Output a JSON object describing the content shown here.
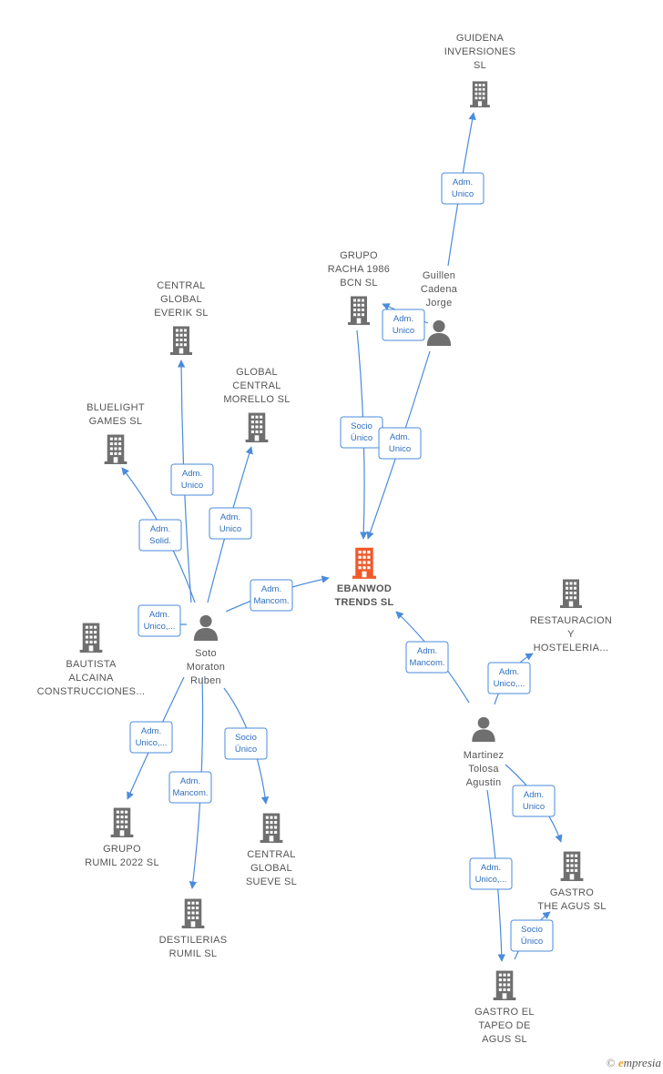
{
  "colors": {
    "edge": "#4a8bdb",
    "company": "#6f6f6f",
    "focus": "#f05a2a",
    "person": "#6f6f6f"
  },
  "nodes": [
    {
      "id": "guidena",
      "type": "company",
      "lines": [
        "GUIDENA",
        "INVERSIONES",
        "SL"
      ]
    },
    {
      "id": "racha",
      "type": "company",
      "lines": [
        "GRUPO",
        "RACHA 1986",
        "BCN  SL"
      ]
    },
    {
      "id": "guillen",
      "type": "person",
      "lines": [
        "Guillen",
        "Cadena",
        "Jorge"
      ]
    },
    {
      "id": "everik",
      "type": "company",
      "lines": [
        "CENTRAL",
        "GLOBAL",
        "EVERIK  SL"
      ]
    },
    {
      "id": "morello",
      "type": "company",
      "lines": [
        "GLOBAL",
        "CENTRAL",
        "MORELLO  SL"
      ]
    },
    {
      "id": "bluelight",
      "type": "company",
      "lines": [
        "BLUELIGHT",
        "GAMES  SL"
      ]
    },
    {
      "id": "ebanwod",
      "type": "focus",
      "lines": [
        "EBANWOD",
        "TRENDS  SL"
      ]
    },
    {
      "id": "restauracion",
      "type": "company",
      "lines": [
        "RESTAURACION",
        "Y",
        "HOSTELERIA..."
      ]
    },
    {
      "id": "bautista",
      "type": "company",
      "lines": [
        "BAUTISTA",
        "ALCAINA",
        "CONSTRUCCIONES..."
      ]
    },
    {
      "id": "soto",
      "type": "person",
      "lines": [
        "Soto",
        "Moraton",
        "Ruben"
      ]
    },
    {
      "id": "martinez",
      "type": "person",
      "lines": [
        "Martinez",
        "Tolosa",
        "Agustin"
      ]
    },
    {
      "id": "rumil2022",
      "type": "company",
      "lines": [
        "GRUPO",
        "RUMIL 2022  SL"
      ]
    },
    {
      "id": "sueve",
      "type": "company",
      "lines": [
        "CENTRAL",
        "GLOBAL",
        "SUEVE  SL"
      ]
    },
    {
      "id": "gastroagus",
      "type": "company",
      "lines": [
        "GASTRO",
        "THE AGUS  SL"
      ]
    },
    {
      "id": "destilerias",
      "type": "company",
      "lines": [
        "DESTILERIAS",
        "RUMIL  SL"
      ]
    },
    {
      "id": "tapeo",
      "type": "company",
      "lines": [
        "GASTRO EL",
        "TAPEO DE",
        "AGUS  SL"
      ]
    }
  ],
  "edges": [
    {
      "from": "guillen",
      "to": "guidena",
      "label": [
        "Adm.",
        "Unico"
      ]
    },
    {
      "from": "guillen",
      "to": "racha",
      "label": [
        "Adm.",
        "Unico"
      ]
    },
    {
      "from": "racha",
      "to": "ebanwod",
      "label": [
        "Socio",
        "Único"
      ]
    },
    {
      "from": "guillen",
      "to": "ebanwod",
      "label": [
        "Adm.",
        "Unico"
      ]
    },
    {
      "from": "soto",
      "to": "everik",
      "label": [
        "Adm.",
        "Unico"
      ]
    },
    {
      "from": "soto",
      "to": "morello",
      "label": [
        "Adm.",
        "Unico"
      ]
    },
    {
      "from": "soto",
      "to": "bluelight",
      "label": [
        "Adm.",
        "Solid."
      ]
    },
    {
      "from": "soto",
      "to": "ebanwod",
      "label": [
        "Adm.",
        "Mancom."
      ]
    },
    {
      "from": "soto",
      "to": "bautista",
      "label": [
        "Adm.",
        "Unico,..."
      ]
    },
    {
      "from": "soto",
      "to": "rumil2022",
      "label": [
        "Adm.",
        "Unico,..."
      ]
    },
    {
      "from": "soto",
      "to": "destilerias",
      "label": [
        "Adm.",
        "Mancom."
      ]
    },
    {
      "from": "soto",
      "to": "sueve",
      "label": [
        "Socio",
        "Único"
      ]
    },
    {
      "from": "martinez",
      "to": "ebanwod",
      "label": [
        "Adm.",
        "Mancom."
      ]
    },
    {
      "from": "martinez",
      "to": "restauracion",
      "label": [
        "Adm.",
        "Unico,..."
      ]
    },
    {
      "from": "martinez",
      "to": "gastroagus",
      "label": [
        "Adm.",
        "Unico"
      ]
    },
    {
      "from": "martinez",
      "to": "tapeo",
      "label": [
        "Adm.",
        "Unico,..."
      ]
    },
    {
      "from": "tapeo",
      "to": "gastroagus",
      "label": [
        "Socio",
        "Único"
      ]
    }
  ],
  "footer": {
    "copyright": "©",
    "brand_initial": "e",
    "brand_rest": "mpresia"
  }
}
